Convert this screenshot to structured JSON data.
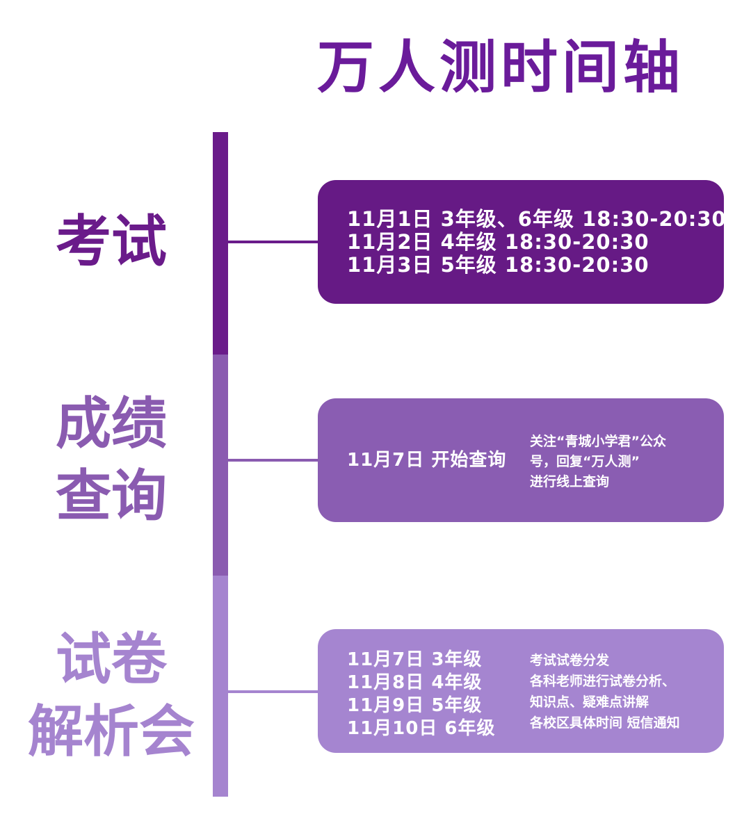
{
  "title": "万人测时间轴",
  "colors": {
    "title": "#6a1b9a",
    "stage1": "#6a1b8a",
    "stage2": "#8a5bb0",
    "stage3": "#a584cf",
    "card1": "#661a85",
    "card2": "#8a5db2",
    "card3": "#a585d0"
  },
  "stages": [
    {
      "label_lines": [
        "考试"
      ],
      "card_lines": [
        "11月1日 3年级、6年级 18:30-20:30",
        "11月2日 4年级 18:30-20:30",
        "11月3日 5年级 18:30-20:30"
      ]
    },
    {
      "label_lines": [
        "成绩",
        "查询"
      ],
      "card_lines": [
        "11月7日 开始查询"
      ],
      "note_lines": [
        "关注“青城小学君”公众",
        "号，回复“万人测”",
        "进行线上查询"
      ]
    },
    {
      "label_lines": [
        "试卷",
        "解析会"
      ],
      "card_lines": [
        "11月7日 3年级",
        "11月8日 4年级",
        "11月9日 5年级",
        "11月10日 6年级"
      ],
      "note_lines": [
        "考试试卷分发",
        "各科老师进行试卷分析、",
        "知识点、疑难点讲解",
        "各校区具体时间 短信通知"
      ]
    }
  ]
}
